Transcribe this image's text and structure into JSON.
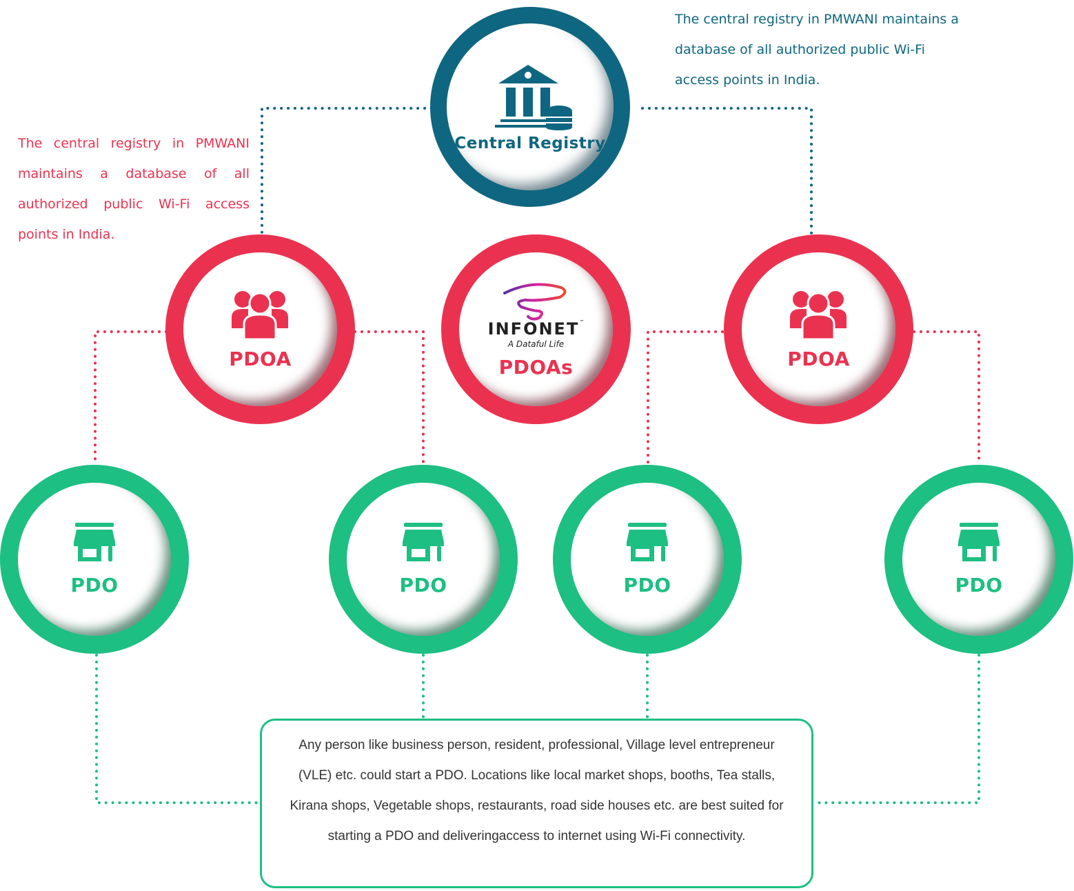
{
  "colors": {
    "registry": "#0f6680",
    "pdoa": "#ea3250",
    "pdo": "#1dbf82",
    "box_text": "#333333"
  },
  "registry": {
    "label": "Central Registry",
    "icon": "bank-database-icon"
  },
  "descriptions": {
    "right": "The central registry in PMWANI maintains a database of all authorized public Wi-Fi access points in India.",
    "left": "The central registry in PMWANI maintains a database of all authorized public Wi-Fi access points in India."
  },
  "pdoas": [
    {
      "label": "PDOA",
      "icon": "users-group-icon"
    },
    {
      "label": "PDOAs",
      "icon": "infonet-logo",
      "logo_text": "INFONET",
      "logo_tagline": "A Dataful Life",
      "logo_tm": "™"
    },
    {
      "label": "PDOA",
      "icon": "users-group-icon"
    }
  ],
  "pdos": [
    {
      "label": "PDO",
      "icon": "store-icon"
    },
    {
      "label": "PDO",
      "icon": "store-icon"
    },
    {
      "label": "PDO",
      "icon": "store-icon"
    },
    {
      "label": "PDO",
      "icon": "store-icon"
    }
  ],
  "pdo_info": "Any person like business person, resident, professional, Village level entrepreneur (VLE) etc. could start a PDO. Locations like local market shops, booths, Tea stalls, Kirana shops, Vegetable shops, restaurants, road side houses etc. are best suited for starting a PDO and deliveringaccess to internet using Wi-Fi connectivity."
}
